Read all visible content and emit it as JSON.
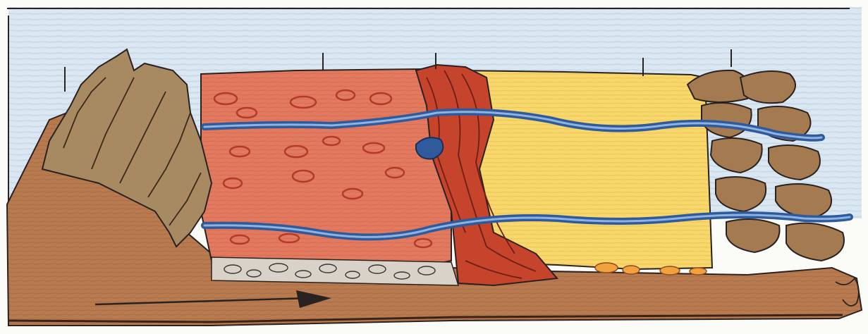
{
  "figure": {
    "palette": {
      "sky": "#c9dcec",
      "red_layer": "#e0735a",
      "dark_red_band": "#c2432e",
      "yellow_layer": "#f4d46a",
      "brown_slab": "#b6794f",
      "tan_blocks": "#a98a62",
      "blue_vein": "#2f5a9c",
      "outline": "#2a2220"
    },
    "elements": [
      "sky-background",
      "brown-base-slab",
      "left-jagged-rock",
      "red-layer-block",
      "dark-red-vertical-band",
      "yellow-layer-block",
      "right-boulder-stack",
      "upper-blue-vein",
      "lower-blue-vein",
      "blue-blob",
      "gravel-bed",
      "flow-arrow",
      "tick-marks"
    ]
  }
}
